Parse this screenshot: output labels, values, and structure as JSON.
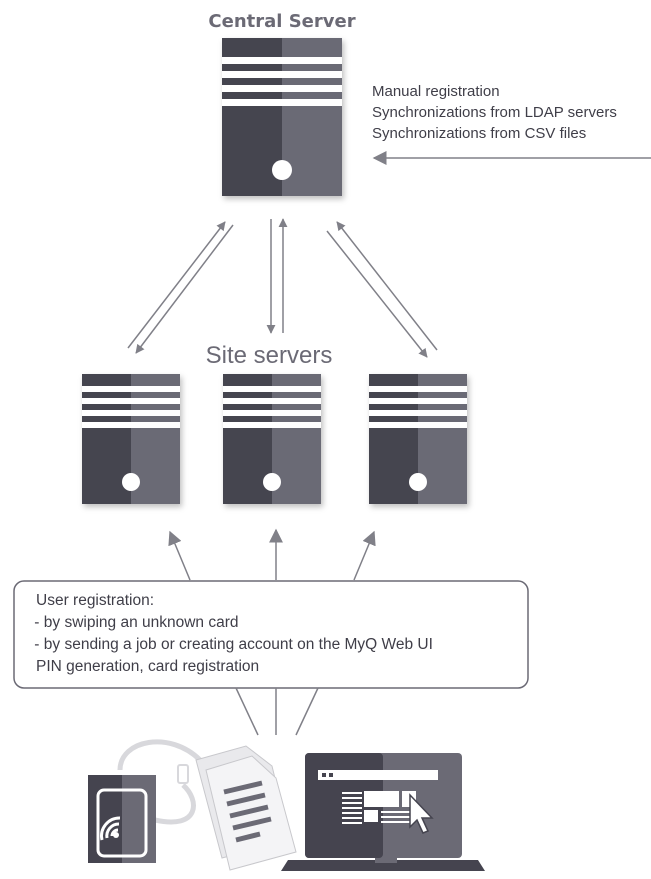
{
  "central": {
    "title": "Central Server"
  },
  "site": {
    "title": "Site servers"
  },
  "sources": {
    "lines": [
      "Manual registration",
      "Synchronizations from LDAP servers",
      "Synchronizations from CSV files"
    ]
  },
  "registration": {
    "lines": [
      "User registration:",
      " - by swiping an unknown card",
      " - by sending a job or creating account on the MyQ Web UI",
      "PIN generation, card registration"
    ]
  },
  "colors": {
    "server_dark": "#45444f",
    "server_light": "#6b6a75",
    "stripe": "#ffffff",
    "arrow": "#808088",
    "text": "#3f3e48"
  },
  "icons": [
    "server-icon",
    "card-reader-icon",
    "documents-icon",
    "laptop-icon"
  ]
}
